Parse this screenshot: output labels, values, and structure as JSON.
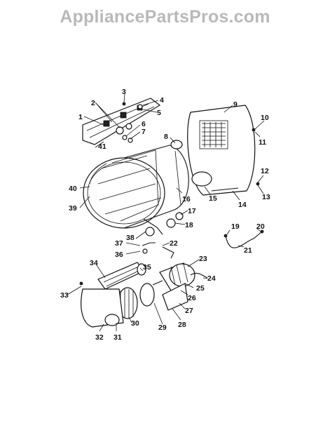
{
  "watermark": "AppliancePartsPros.com",
  "part_labels": [
    "1",
    "2",
    "3",
    "4",
    "5",
    "6",
    "7",
    "8",
    "9",
    "10",
    "11",
    "12",
    "13",
    "14",
    "15",
    "16",
    "17",
    "18",
    "19",
    "20",
    "21",
    "22",
    "23",
    "24",
    "25",
    "26",
    "27",
    "28",
    "29",
    "30",
    "31",
    "32",
    "33",
    "34",
    "35",
    "36",
    "37",
    "38",
    "39",
    "40",
    "41"
  ]
}
